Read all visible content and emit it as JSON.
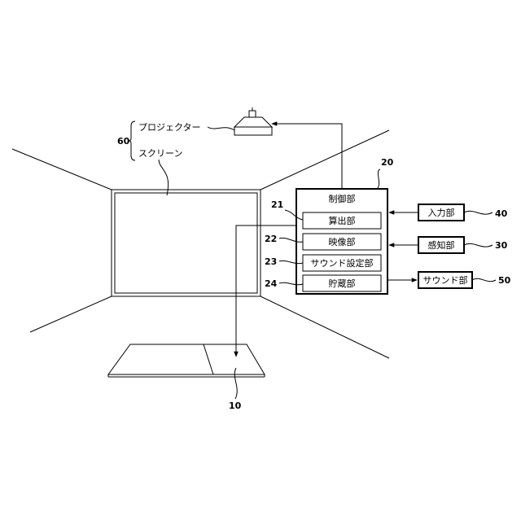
{
  "labels": {
    "projector": "プロジェクター",
    "screen": "スクリーン",
    "control_unit": "制御部",
    "calc_unit": "算出部",
    "image_unit": "映像部",
    "sound_setting_unit": "サウンド設定部",
    "storage_unit": "貯蔵部",
    "input_unit": "入力部",
    "sensing_unit": "感知部",
    "sound_unit": "サウンド部"
  },
  "refs": {
    "mat": "10",
    "control": "20",
    "calc": "21",
    "image": "22",
    "sound_setting": "23",
    "storage": "24",
    "sensing": "30",
    "input": "40",
    "sound": "50",
    "projector_screen": "60"
  }
}
